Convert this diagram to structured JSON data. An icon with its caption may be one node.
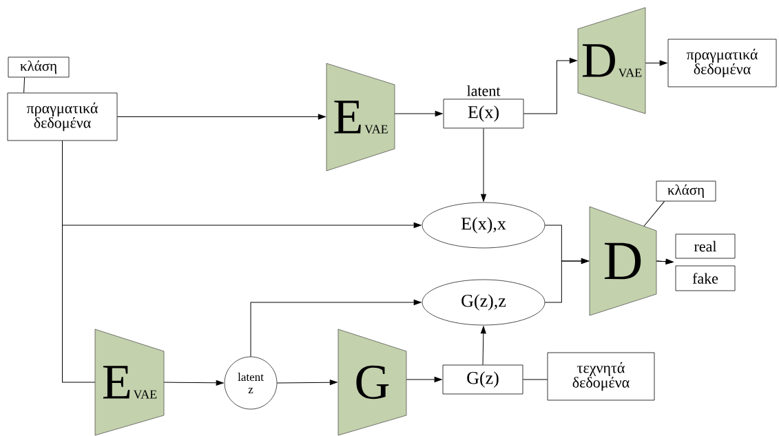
{
  "diagram": {
    "nodes": [
      {
        "text": [
          "κλάση"
        ]
      },
      {
        "text": [
          "πραγματικά δεδομένα"
        ]
      },
      {
        "text": [
          "E",
          "VAE"
        ]
      },
      {
        "text": [
          "E(x)"
        ],
        "beside": [
          "latent"
        ]
      },
      {
        "text": [
          "D",
          "VAE"
        ]
      },
      {
        "text": [
          "πραγματικά δεδομένα"
        ]
      },
      {
        "text": [
          "E(x),x"
        ]
      },
      {
        "text": [
          "G(z),z"
        ]
      },
      {
        "text": [
          "κλάση"
        ]
      },
      {
        "text": [
          "D"
        ]
      },
      {
        "text": [
          "real"
        ]
      },
      {
        "text": [
          "fake"
        ]
      },
      {
        "text": [
          "E",
          "VAE"
        ]
      },
      {
        "text": [
          "latent",
          "z"
        ]
      },
      {
        "text": [
          "G"
        ]
      },
      {
        "text": [
          "G(z)"
        ]
      },
      {
        "text": [
          "τεχνητά δεδομένα"
        ]
      }
    ],
    "edges": [
      {
        "from": 0,
        "to": 1,
        "arrow": "none"
      },
      {
        "from": 1,
        "to": 2,
        "arrow": "to"
      },
      {
        "from": 2,
        "to": 3,
        "arrow": "to"
      },
      {
        "from": 3,
        "to": 4,
        "arrow": "to"
      },
      {
        "from": 4,
        "to": 5,
        "arrow": "to"
      },
      {
        "from": 3,
        "to": 6,
        "arrow": "to"
      },
      {
        "from": 1,
        "to": 6,
        "arrow": "to"
      },
      {
        "from": 1,
        "to": 12,
        "arrow": "none"
      },
      {
        "from": 12,
        "to": 13,
        "arrow": "to"
      },
      {
        "from": 13,
        "to": 14,
        "arrow": "to"
      },
      {
        "from": 13,
        "to": 7,
        "arrow": "to"
      },
      {
        "from": 14,
        "to": 15,
        "arrow": "to"
      },
      {
        "from": 15,
        "to": 7,
        "arrow": "to"
      },
      {
        "from": 15,
        "to": 16,
        "arrow": "none"
      },
      {
        "from": 6,
        "to": 9,
        "arrow": "to"
      },
      {
        "from": 7,
        "to": 9,
        "arrow": "to"
      },
      {
        "from": 8,
        "to": 9,
        "arrow": "none"
      },
      {
        "from": 9,
        "to": 10,
        "arrow": "to"
      },
      {
        "from": 9,
        "to": 11,
        "arrow": "to"
      }
    ]
  }
}
